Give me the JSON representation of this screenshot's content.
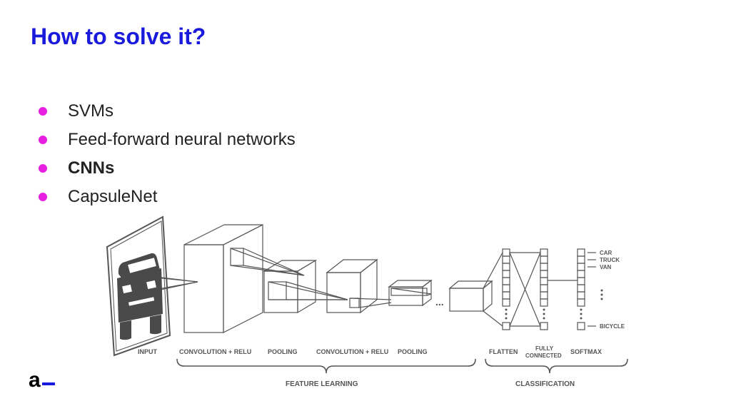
{
  "slide": {
    "title": "How to solve it?",
    "bullets": [
      {
        "text": "SVMs",
        "bold": false
      },
      {
        "text": "Feed-forward neural networks",
        "bold": false
      },
      {
        "text": "CNNs",
        "bold": true
      },
      {
        "text": "CapsuleNet",
        "bold": false
      }
    ]
  },
  "diagram": {
    "stage_labels": [
      "INPUT",
      "CONVOLUTION + RELU",
      "POOLING",
      "CONVOLUTION + RELU",
      "POOLING",
      "FLATTEN",
      "FULLY",
      "CONNECTED",
      "SOFTMAX"
    ],
    "group_labels": [
      "FEATURE LEARNING",
      "CLASSIFICATION"
    ],
    "class_labels": [
      "CAR",
      "TRUCK",
      "VAN",
      "BICYCLE"
    ],
    "ellipsis": "...",
    "input_icon": "car-icon"
  },
  "logo": {
    "text": "a"
  },
  "colors": {
    "title": "#1a1adc",
    "bullet": "#e81ee0",
    "lines": "#555555",
    "car": "#4a4a4a",
    "logo_bar": "#1a1adc"
  }
}
